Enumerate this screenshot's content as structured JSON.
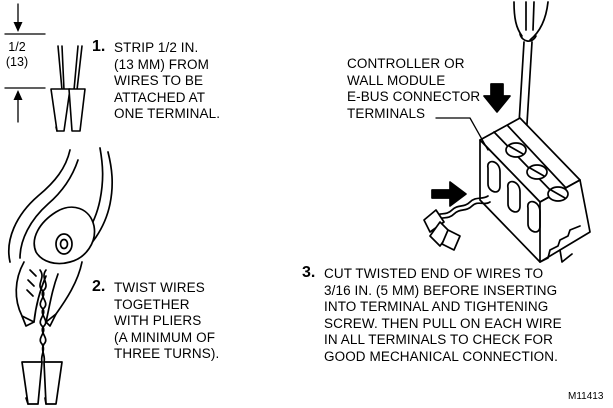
{
  "dimension": {
    "fraction": "1/2",
    "metric": "(13)"
  },
  "steps": [
    {
      "number": "1.",
      "lines": [
        "STRIP 1/2 IN.",
        "(13 MM) FROM",
        "WIRES TO BE",
        "ATTACHED AT",
        "ONE TERMINAL."
      ]
    },
    {
      "number": "2.",
      "lines": [
        "TWIST WIRES",
        "TOGETHER",
        "WITH PLIERS",
        "(A MINIMUM OF",
        "THREE TURNS)."
      ]
    },
    {
      "number": "3.",
      "lines": [
        "CUT TWISTED END OF WIRES TO",
        "3/16 IN. (5 MM) BEFORE INSERTING",
        "INTO TERMINAL AND TIGHTENING",
        "SCREW. THEN PULL ON EACH WIRE",
        "IN ALL TERMINALS TO CHECK FOR",
        "GOOD MECHANICAL CONNECTION."
      ]
    }
  ],
  "terminal_label": {
    "lines": [
      "CONTROLLER OR",
      "WALL MODULE",
      "E-BUS CONNECTOR",
      "TERMINALS"
    ]
  },
  "figure_code": "M11413"
}
